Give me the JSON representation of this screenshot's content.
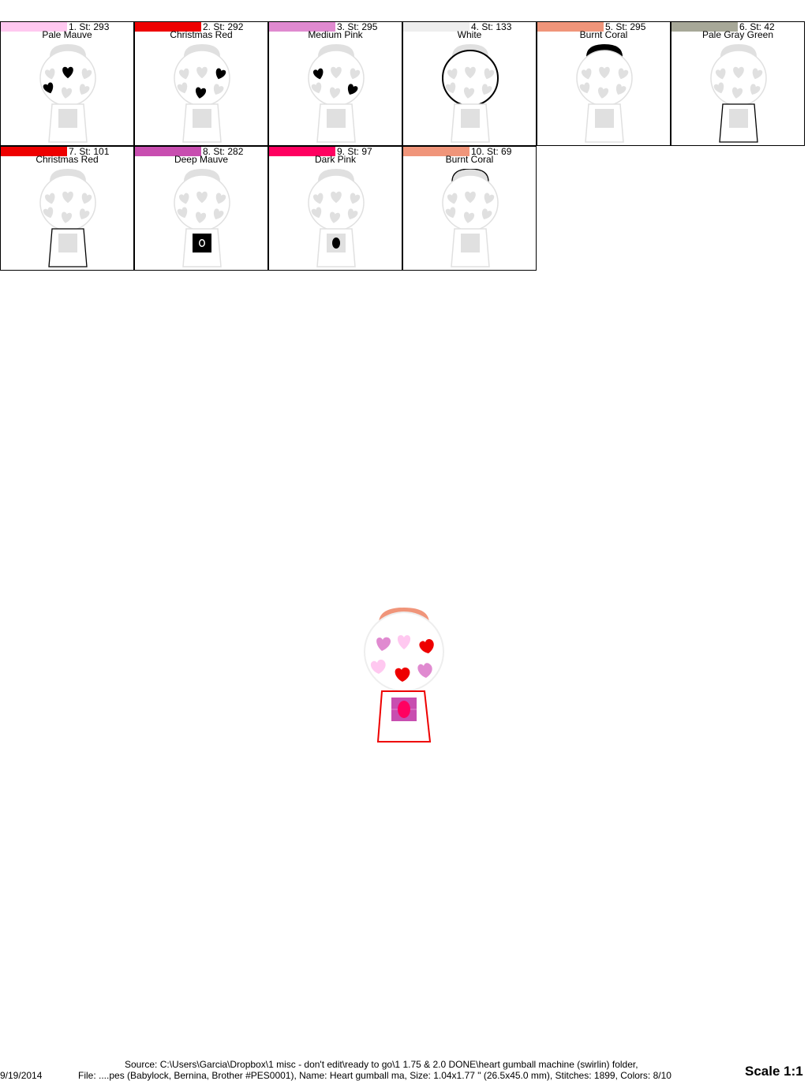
{
  "color_blocks": [
    {
      "label": "1. St: 293",
      "name": "Pale Mauve",
      "color": "#ffc8f0",
      "highlight": "hearts-1"
    },
    {
      "label": "2. St: 292",
      "name": "Christmas Red",
      "color": "#ee0000",
      "highlight": "hearts-2"
    },
    {
      "label": "3. St: 295",
      "name": "Medium Pink",
      "color": "#e08ad0",
      "highlight": "hearts-3"
    },
    {
      "label": "4. St: 133",
      "name": "White",
      "color": "#eeeeee",
      "highlight": "globe"
    },
    {
      "label": "5. St: 295",
      "name": "Burnt Coral",
      "color": "#f0957a",
      "highlight": "cap"
    },
    {
      "label": "6. St: 42",
      "name": "Pale Gray Green",
      "color": "#a7a898",
      "highlight": "base"
    },
    {
      "label": "7. St: 101",
      "name": "Christmas Red",
      "color": "#ee0000",
      "highlight": "base"
    },
    {
      "label": "8. St: 282",
      "name": "Deep Mauve",
      "color": "#c84eb0",
      "highlight": "slot"
    },
    {
      "label": "9. St: 97",
      "name": "Dark Pink",
      "color": "#ff0060",
      "highlight": "coin"
    },
    {
      "label": "10. St: 69",
      "name": "Burnt Coral",
      "color": "#f0957a",
      "highlight": "cap-outline"
    }
  ],
  "footer": {
    "source": "Source: C:\\Users\\Garcia\\Dropbox\\1 misc - don't edit\\ready to go\\1 1.75 & 2.0 DONE\\heart gumball machine (swirlin) folder,",
    "file": "File: ....pes (Babylock, Bernina, Brother #PES0001), Name: Heart gumball ma, Size: 1.04x1.77 \" (26.5x45.0 mm), Stitches: 1899, Colors: 8/10",
    "date": "9/19/2014",
    "scale": "Scale 1:1"
  }
}
